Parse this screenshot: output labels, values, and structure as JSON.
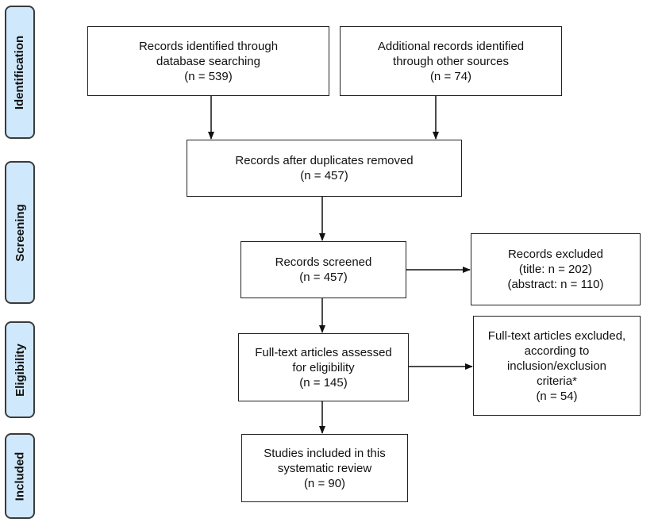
{
  "stages": [
    {
      "id": "identification",
      "label": "Identification"
    },
    {
      "id": "screening",
      "label": "Screening"
    },
    {
      "id": "eligibility",
      "label": "Eligibility"
    },
    {
      "id": "included",
      "label": "Included"
    }
  ],
  "boxes": {
    "database": {
      "lines": [
        "Records identified through",
        "database searching",
        "(n = 539)"
      ]
    },
    "other": {
      "lines": [
        "Additional records identified",
        "through other sources",
        "(n = 74)"
      ]
    },
    "duplicates": {
      "lines": [
        "Records after duplicates removed",
        "(n = 457)"
      ]
    },
    "screened": {
      "lines": [
        "Records screened",
        "(n = 457)"
      ]
    },
    "excluded": {
      "lines": [
        "Records excluded",
        "(title: n = 202)",
        "(abstract: n = 110)"
      ]
    },
    "fulltext": {
      "lines": [
        "Full-text articles assessed",
        "for eligibility",
        "(n = 145)"
      ]
    },
    "fulltext_excluded": {
      "lines": [
        "Full-text articles excluded,",
        "according to",
        "inclusion/exclusion",
        "criteria*",
        "(n = 54)"
      ]
    },
    "included": {
      "lines": [
        "Studies included in this",
        "systematic review",
        "(n = 90)"
      ]
    }
  }
}
